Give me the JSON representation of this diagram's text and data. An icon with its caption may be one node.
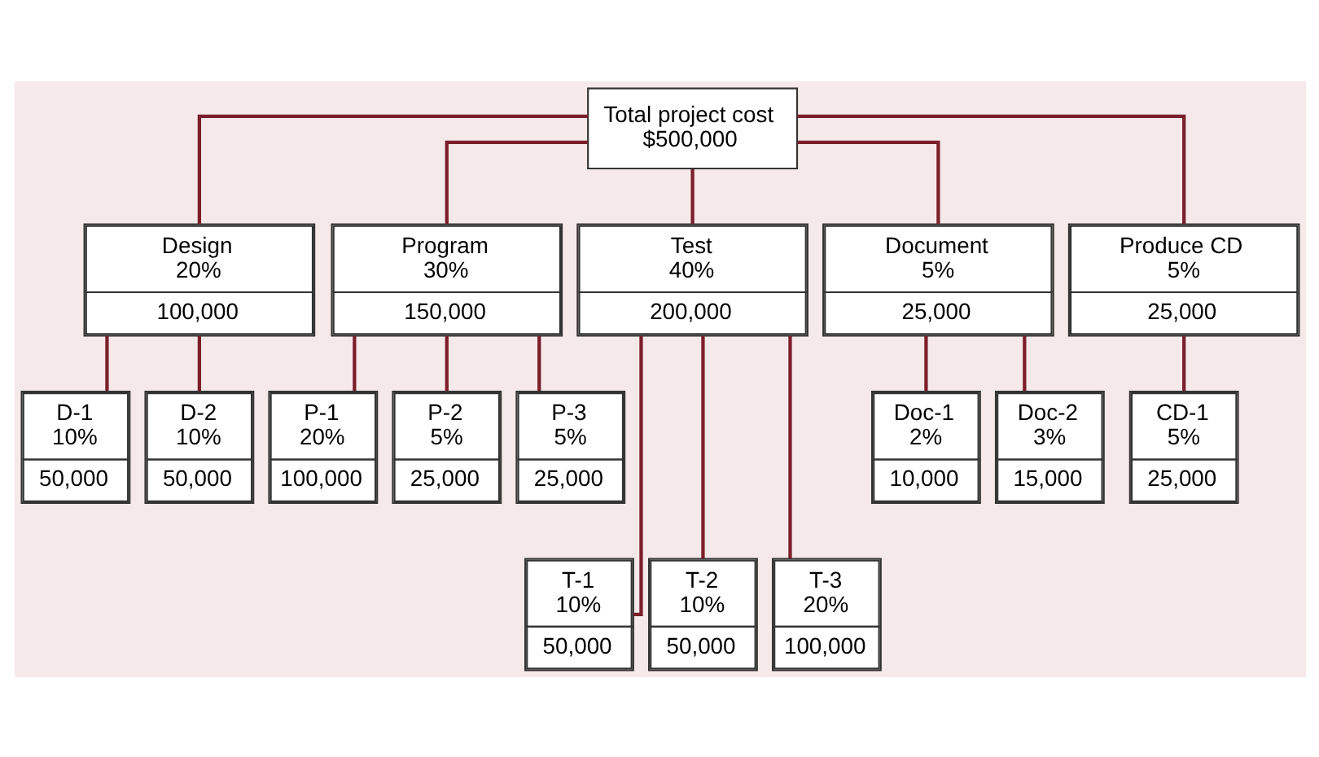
{
  "diagram": {
    "nodes": [
      {
        "text": [
          "Total project cost",
          "$500,000"
        ]
      },
      {
        "text": [
          "Design",
          "20%",
          "100,000"
        ]
      },
      {
        "text": [
          "Program",
          "30%",
          "150,000"
        ]
      },
      {
        "text": [
          "Test",
          "40%",
          "200,000"
        ]
      },
      {
        "text": [
          "Document",
          "5%",
          "25,000"
        ]
      },
      {
        "text": [
          "Produce CD",
          "5%",
          "25,000"
        ]
      },
      {
        "text": [
          "D-1",
          "10%",
          "50,000"
        ]
      },
      {
        "text": [
          "D-2",
          "10%",
          "50,000"
        ]
      },
      {
        "text": [
          "P-1",
          "20%",
          "100,000"
        ]
      },
      {
        "text": [
          "P-2",
          "5%",
          "25,000"
        ]
      },
      {
        "text": [
          "P-3",
          "5%",
          "25,000"
        ]
      },
      {
        "text": [
          "Doc-1",
          "2%",
          "10,000"
        ]
      },
      {
        "text": [
          "Doc-2",
          "3%",
          "15,000"
        ]
      },
      {
        "text": [
          "CD-1",
          "5%",
          "25,000"
        ]
      },
      {
        "text": [
          "T-1",
          "10%",
          "50,000"
        ]
      },
      {
        "text": [
          "T-2",
          "10%",
          "50,000"
        ]
      },
      {
        "text": [
          "T-3",
          "20%",
          "100,000"
        ]
      }
    ],
    "edges": [
      {
        "from": 0,
        "to": 1,
        "arrow": "none"
      },
      {
        "from": 0,
        "to": 2,
        "arrow": "none"
      },
      {
        "from": 0,
        "to": 3,
        "arrow": "none"
      },
      {
        "from": 0,
        "to": 4,
        "arrow": "none"
      },
      {
        "from": 0,
        "to": 5,
        "arrow": "none"
      },
      {
        "from": 1,
        "to": 6,
        "arrow": "none"
      },
      {
        "from": 1,
        "to": 7,
        "arrow": "none"
      },
      {
        "from": 2,
        "to": 8,
        "arrow": "none"
      },
      {
        "from": 2,
        "to": 9,
        "arrow": "none"
      },
      {
        "from": 2,
        "to": 10,
        "arrow": "none"
      },
      {
        "from": 4,
        "to": 11,
        "arrow": "none"
      },
      {
        "from": 4,
        "to": 12,
        "arrow": "none"
      },
      {
        "from": 5,
        "to": 13,
        "arrow": "none"
      },
      {
        "from": 3,
        "to": 14,
        "arrow": "none"
      },
      {
        "from": 3,
        "to": 15,
        "arrow": "none"
      },
      {
        "from": 3,
        "to": 16,
        "arrow": "none"
      }
    ]
  }
}
